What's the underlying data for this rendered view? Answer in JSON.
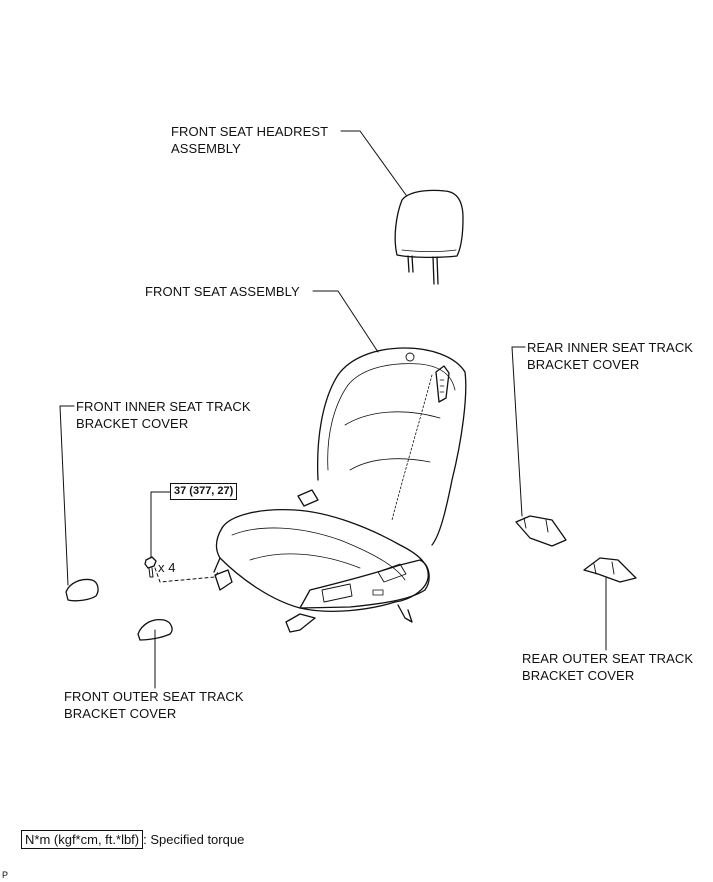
{
  "labels": {
    "headrest_line1": "FRONT SEAT HEADREST",
    "headrest_line2": "ASSEMBLY",
    "seat_assembly": "FRONT SEAT ASSEMBLY",
    "front_inner_line1": "FRONT INNER SEAT TRACK",
    "front_inner_line2": "BRACKET COVER",
    "rear_inner_line1": "REAR INNER SEAT TRACK",
    "rear_inner_line2": "BRACKET COVER",
    "front_outer_line1": "FRONT OUTER SEAT TRACK",
    "front_outer_line2": "BRACKET COVER",
    "rear_outer_line1": "REAR OUTER SEAT TRACK",
    "rear_outer_line2": "BRACKET COVER"
  },
  "torque": {
    "value": "37 (377, 27)",
    "quantity": "x 4"
  },
  "legend": {
    "units": "N*m (kgf*cm, ft.*lbf)",
    "description": ": Specified torque"
  },
  "corner_code": "P"
}
